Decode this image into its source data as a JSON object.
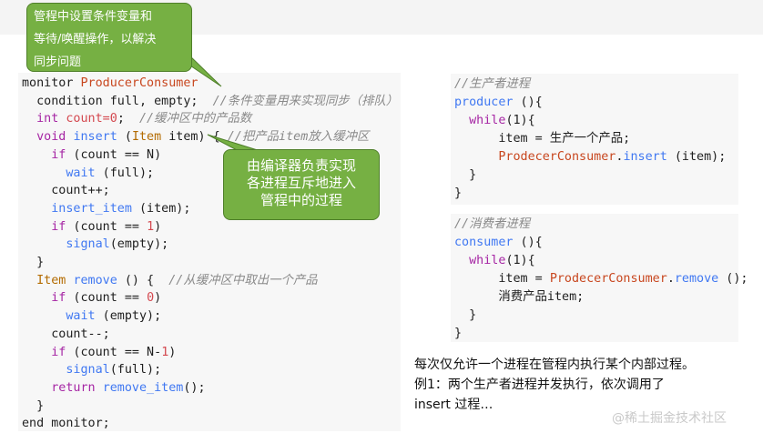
{
  "callouts": {
    "monitor_note": [
      "管程中设置条件变量和",
      "等待/唤醒操作，以解决",
      "同步问题"
    ],
    "mutex_note": [
      "由编译器负责实现",
      "各进程互斥地进入",
      "管程中的过程"
    ]
  },
  "monitor_code": [
    [
      [
        "id",
        "monitor "
      ],
      [
        "cls",
        "ProducerConsumer"
      ]
    ],
    [
      [
        "id",
        "  condition full, empty;  "
      ],
      [
        "cm",
        "//条件变量用来实现同步（排队）"
      ]
    ],
    [
      [
        "kw",
        "  int"
      ],
      [
        "id",
        " "
      ],
      [
        "num",
        "count=0"
      ],
      [
        "id",
        ";  "
      ],
      [
        "cm",
        "//缓冲区中的产品数"
      ]
    ],
    [
      [
        "kw",
        "  void"
      ],
      [
        "id",
        " "
      ],
      [
        "fn",
        "insert"
      ],
      [
        "id",
        " ("
      ],
      [
        "ty",
        "Item"
      ],
      [
        "id",
        " item) { "
      ],
      [
        "cm",
        "//把产品item放入缓冲区"
      ]
    ],
    [
      [
        "kw",
        "    if"
      ],
      [
        "id",
        " (count == N)"
      ]
    ],
    [
      [
        "fn",
        "      wait"
      ],
      [
        "id",
        " (full);"
      ]
    ],
    [
      [
        "id",
        "    count++;"
      ]
    ],
    [
      [
        "fn",
        "    insert_item"
      ],
      [
        "id",
        " (item);"
      ]
    ],
    [
      [
        "kw",
        "    if"
      ],
      [
        "id",
        " (count == "
      ],
      [
        "num",
        "1"
      ],
      [
        "id",
        ")"
      ]
    ],
    [
      [
        "fn",
        "      signal"
      ],
      [
        "id",
        "(empty);"
      ]
    ],
    [
      [
        "id",
        "  }"
      ]
    ],
    [
      [
        "ty",
        "  Item"
      ],
      [
        "id",
        " "
      ],
      [
        "fn",
        "remove"
      ],
      [
        "id",
        " () {  "
      ],
      [
        "cm",
        "//从缓冲区中取出一个产品"
      ]
    ],
    [
      [
        "kw",
        "    if"
      ],
      [
        "id",
        " (count == "
      ],
      [
        "num",
        "0"
      ],
      [
        "id",
        ")"
      ]
    ],
    [
      [
        "fn",
        "      wait"
      ],
      [
        "id",
        " (empty);"
      ]
    ],
    [
      [
        "id",
        "    count--;"
      ]
    ],
    [
      [
        "kw",
        "    if"
      ],
      [
        "id",
        " (count == N-"
      ],
      [
        "num",
        "1"
      ],
      [
        "id",
        ")"
      ]
    ],
    [
      [
        "fn",
        "      signal"
      ],
      [
        "id",
        "(full);"
      ]
    ],
    [
      [
        "kw",
        "    return"
      ],
      [
        "id",
        " "
      ],
      [
        "fn",
        "remove_item"
      ],
      [
        "id",
        "();"
      ]
    ],
    [
      [
        "id",
        "  }"
      ]
    ],
    [
      [
        "id",
        "end monitor;"
      ]
    ]
  ],
  "producer_code": [
    [
      [
        "cm",
        "//生产者进程"
      ]
    ],
    [
      [
        "fn",
        "producer"
      ],
      [
        "id",
        " (){"
      ]
    ],
    [
      [
        "kw",
        "  while"
      ],
      [
        "id",
        "(1){"
      ]
    ],
    [
      [
        "id",
        "      item = 生产一个产品;"
      ]
    ],
    [
      [
        "cls",
        "      ProdecerConsumer"
      ],
      [
        "id",
        "."
      ],
      [
        "fn",
        "insert"
      ],
      [
        "id",
        " (item);"
      ]
    ],
    [
      [
        "id",
        "  }"
      ]
    ],
    [
      [
        "id",
        "}"
      ]
    ]
  ],
  "consumer_code": [
    [
      [
        "cm",
        "//消费者进程"
      ]
    ],
    [
      [
        "fn",
        "consumer"
      ],
      [
        "id",
        " (){"
      ]
    ],
    [
      [
        "kw",
        "  while"
      ],
      [
        "id",
        "(1){"
      ]
    ],
    [
      [
        "id",
        "      item = "
      ],
      [
        "cls",
        "ProdecerConsumer"
      ],
      [
        "id",
        "."
      ],
      [
        "fn",
        "remove"
      ],
      [
        "id",
        " ();"
      ]
    ],
    [
      [
        "id",
        "      消费产品item;"
      ]
    ],
    [
      [
        "id",
        "  }"
      ]
    ],
    [
      [
        "id",
        "}"
      ]
    ]
  ],
  "note": {
    "line1": "每次仅允许一个进程在管程内执行某个内部过程。",
    "line2": "例1：两个生产者进程并发执行，依次调用了",
    "line3": "insert 过程…"
  },
  "watermark": "@稀土掘金技术社区",
  "colors": {
    "callout_bg": "#76b043",
    "keyword": "#a626a4",
    "type": "#b36b00",
    "function": "#4078f2",
    "number": "#d44950",
    "class": "#c8471f",
    "comment": "#8a8a8a"
  }
}
